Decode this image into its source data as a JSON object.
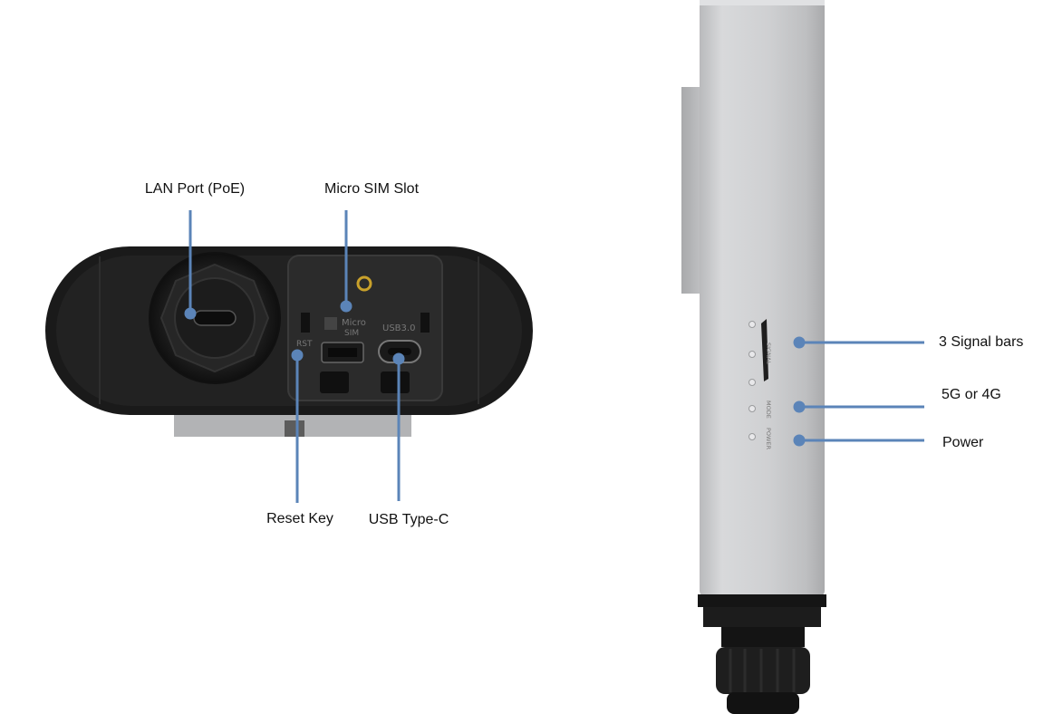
{
  "device_bottom": {
    "callouts": {
      "lan_port": "LAN Port (PoE)",
      "micro_sim_slot": "Micro SIM Slot",
      "reset_key": "Reset Key",
      "usb_type_c": "USB Type-C"
    },
    "printed": {
      "sim_label_1": "Micro",
      "sim_label_2": "SIM",
      "usb_label": "USB3.0",
      "reset_label": "RST"
    }
  },
  "device_side": {
    "callouts": {
      "signal": "3 Signal bars",
      "mode": "5G or 4G",
      "power": "Power"
    },
    "printed": {
      "signal": "SIGNAL",
      "mode": "MODE",
      "power": "POWER"
    }
  },
  "colors": {
    "callout_line": "#5b84b8",
    "device_black": "#1a1a1a",
    "device_silver": "#c9cacc"
  }
}
